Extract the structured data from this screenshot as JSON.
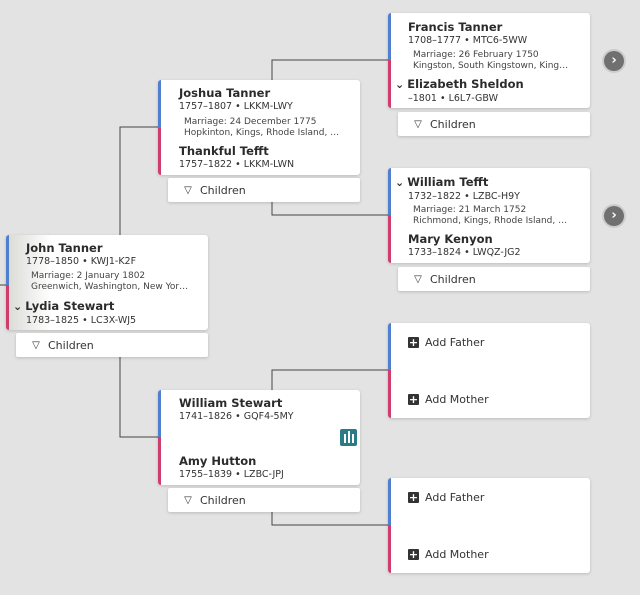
{
  "colors": {
    "father": "#4f7fcf",
    "mother": "#cf3d6c",
    "background": "#e3e3e3",
    "line": "#444444"
  },
  "children_label": "Children",
  "add_father_label": "Add Father",
  "add_mother_label": "Add Mother",
  "nav_icon": "chevron-right-icon",
  "couples": {
    "root": {
      "husband": {
        "name": "John Tanner",
        "dates": "1778–1850",
        "pid": "KWJ1-K2F"
      },
      "marriage": {
        "line1": "Marriage: 2 January 1802",
        "line2": "Greenwich, Washington, New Yor…"
      },
      "wife": {
        "name": "Lydia Stewart",
        "dates": "1783–1825",
        "pid": "LC3X-WJ5"
      }
    },
    "paternal": {
      "husband": {
        "name": "Joshua Tanner",
        "dates": "1757–1807",
        "pid": "LKKM-LWY"
      },
      "marriage": {
        "line1": "Marriage: 24 December 1775",
        "line2": "Hopkinton, Kings, Rhode Island, …"
      },
      "wife": {
        "name": "Thankful Tefft",
        "dates": "1757–1822",
        "pid": "LKKM-LWN"
      }
    },
    "maternal": {
      "husband": {
        "name": "William Stewart",
        "dates": "1741–1826",
        "pid": "GQF4-5MY"
      },
      "wife": {
        "name": "Amy Hutton",
        "dates": "1755–1839",
        "pid": "LZBC-JPJ"
      }
    },
    "pp": {
      "husband": {
        "name": "Francis Tanner",
        "dates": "1708–1777",
        "pid": "MTC6-5WW"
      },
      "marriage": {
        "line1": "Marriage: 26 February 1750",
        "line2": "Kingston, South Kingstown, King…"
      },
      "wife": {
        "name": "Elizabeth Sheldon",
        "dates": "–1801",
        "pid": "L6L7-GBW"
      }
    },
    "pm": {
      "husband": {
        "name": "William Tefft",
        "dates": "1732–1822",
        "pid": "LZBC-H9Y"
      },
      "marriage": {
        "line1": "Marriage: 21 March 1752",
        "line2": "Richmond, Kings, Rhode Island, …"
      },
      "wife": {
        "name": "Mary Kenyon",
        "dates": "1733–1824",
        "pid": "LWQZ-JG2"
      }
    }
  }
}
